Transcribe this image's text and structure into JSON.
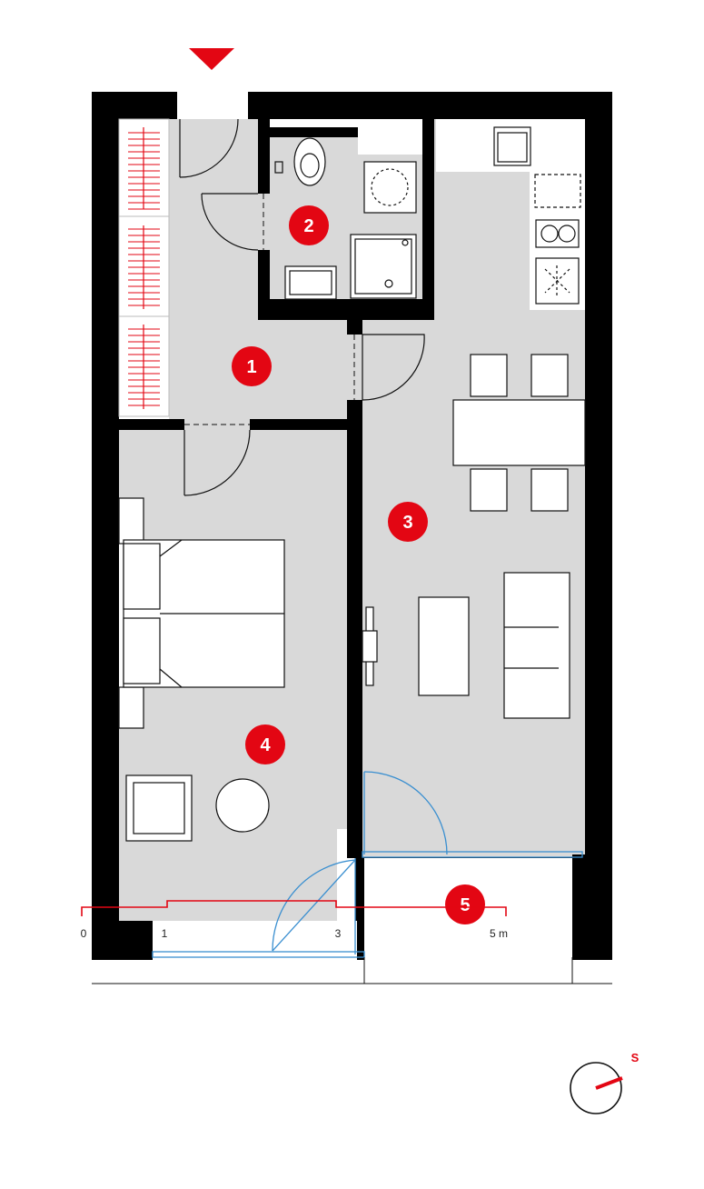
{
  "colors": {
    "accent": "#e30613",
    "wall": "#000000",
    "floor": "#d9d9d9",
    "glazing": "#3a8fd0",
    "line": "#111111"
  },
  "rooms": [
    {
      "label": "1"
    },
    {
      "label": "2"
    },
    {
      "label": "3"
    },
    {
      "label": "4"
    },
    {
      "label": "5"
    }
  ],
  "entrance_marker": {
    "icon": "entrance-arrow-icon"
  },
  "scale_bar": {
    "ticks": [
      {
        "label": "0"
      },
      {
        "label": "1"
      },
      {
        "label": "3"
      },
      {
        "label": "5 m"
      }
    ]
  },
  "compass": {
    "label": "S",
    "icon": "compass-icon"
  }
}
